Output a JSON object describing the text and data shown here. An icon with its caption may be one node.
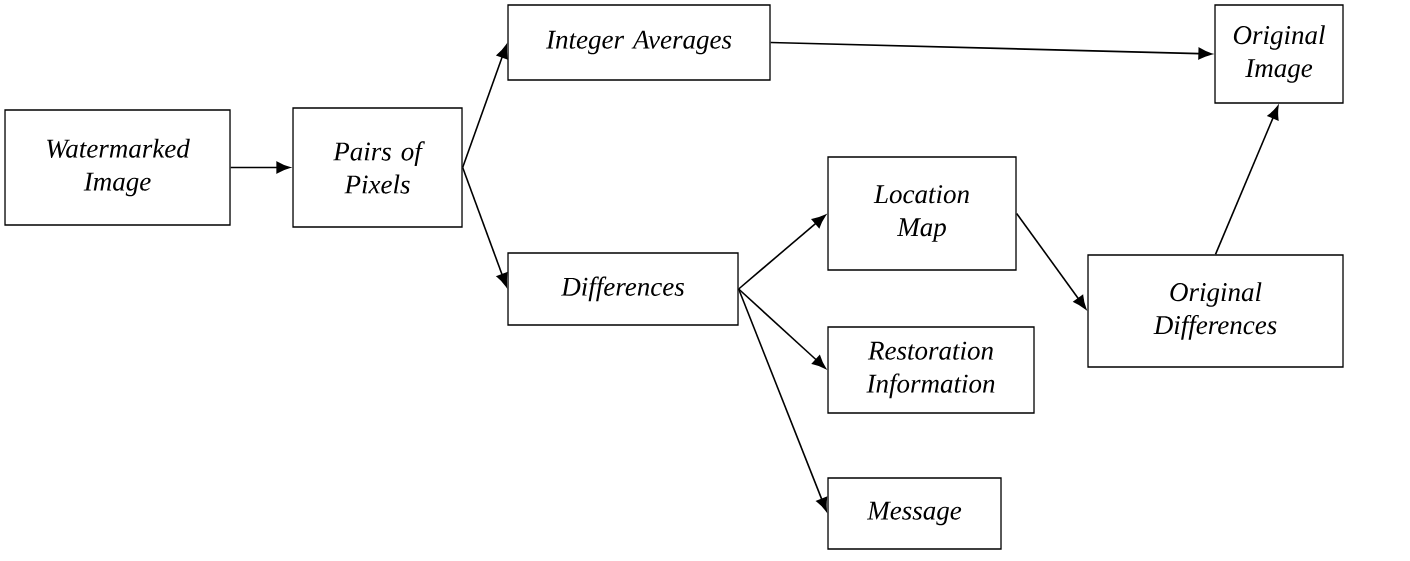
{
  "diagram": {
    "nodes": [
      {
        "text": [
          "Watermarked Image"
        ]
      },
      {
        "text": [
          "Pairs of Pixels"
        ]
      },
      {
        "text": [
          "Integer Averages"
        ]
      },
      {
        "text": [
          "Original Image"
        ]
      },
      {
        "text": [
          "Differences"
        ]
      },
      {
        "text": [
          "Location Map"
        ]
      },
      {
        "text": [
          "Restoration Information"
        ]
      },
      {
        "text": [
          "Message"
        ]
      },
      {
        "text": [
          "Original Differences"
        ]
      }
    ],
    "edges": [
      {
        "from": 0,
        "to": 1,
        "arrow": "to"
      },
      {
        "from": 1,
        "to": 2,
        "arrow": "to"
      },
      {
        "from": 1,
        "to": 4,
        "arrow": "to"
      },
      {
        "from": 2,
        "to": 3,
        "arrow": "to"
      },
      {
        "from": 4,
        "to": 5,
        "arrow": "to"
      },
      {
        "from": 4,
        "to": 6,
        "arrow": "to"
      },
      {
        "from": 4,
        "to": 7,
        "arrow": "to"
      },
      {
        "from": 5,
        "to": 8,
        "arrow": "to"
      },
      {
        "from": 8,
        "to": 3,
        "arrow": "to"
      }
    ]
  }
}
